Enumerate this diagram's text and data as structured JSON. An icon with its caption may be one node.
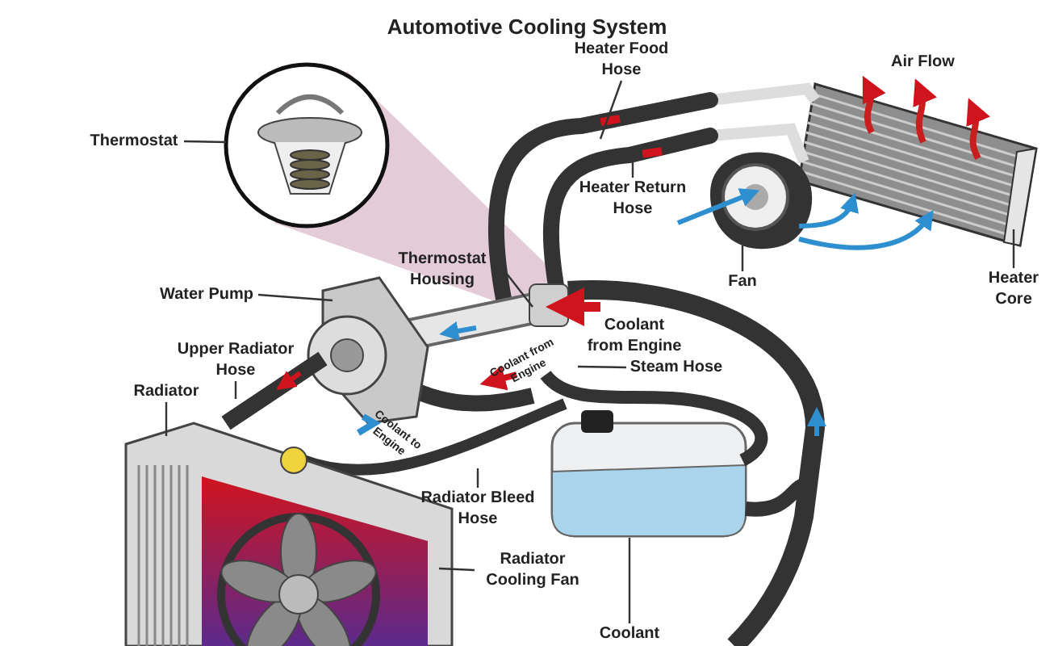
{
  "diagram": {
    "title": "Automotive Cooling System",
    "nodes": [
      {
        "text": [
          "Heater Food Hose"
        ]
      },
      {
        "text": [
          "Thermostat"
        ]
      },
      {
        "text": [
          "Heater Return Hose"
        ]
      },
      {
        "text": [
          "Thermostat Housing"
        ]
      },
      {
        "text": [
          "Fan"
        ]
      },
      {
        "text": [
          "Heater Core"
        ]
      },
      {
        "text": [
          "Water Pump"
        ]
      },
      {
        "text": [
          "Upper Radiator Hose"
        ]
      },
      {
        "text": [
          "Steam Hose"
        ]
      },
      {
        "text": [
          "Radiator"
        ]
      },
      {
        "text": [
          "Radiator Bleed Hose"
        ]
      },
      {
        "text": [
          "Radiator Cooling Fan"
        ]
      },
      {
        "text": [
          "Coolant"
        ]
      }
    ],
    "edges": [
      {
        "from": 0,
        "to": null,
        "arrow": "none"
      },
      {
        "from": 1,
        "to": null,
        "arrow": "none"
      },
      {
        "from": 2,
        "to": null,
        "arrow": "none"
      },
      {
        "from": 3,
        "to": null,
        "arrow": "none"
      },
      {
        "from": 4,
        "to": null,
        "arrow": "none"
      },
      {
        "from": 5,
        "to": null,
        "arrow": "none"
      },
      {
        "from": 6,
        "to": null,
        "arrow": "none"
      },
      {
        "from": 7,
        "to": null,
        "arrow": "none"
      },
      {
        "from": 8,
        "to": null,
        "arrow": "none"
      },
      {
        "from": 9,
        "to": null,
        "arrow": "none"
      },
      {
        "from": 10,
        "to": null,
        "arrow": "none"
      },
      {
        "from": 11,
        "to": null,
        "arrow": "none"
      },
      {
        "from": 12,
        "to": null,
        "arrow": "none"
      }
    ],
    "labels": [
      "Air Flow",
      "Coolant from Engine",
      "Coolant from Engine",
      "Coolant to Engine"
    ]
  }
}
